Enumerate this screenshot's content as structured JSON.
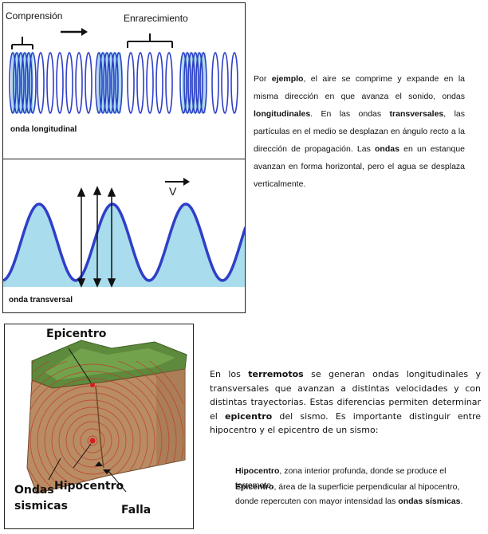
{
  "longitudinal": {
    "label_compression": "Comprensión",
    "label_rarefaction": "Enrarecimiento",
    "caption": "onda longitudinal"
  },
  "transverse": {
    "label_v": "V",
    "caption": "onda transversal"
  },
  "text_waves": {
    "p1a": "Por ",
    "p1b": "ejemplo",
    "p1c": ", el aire se comprime y expande en la misma dirección en que avanza el sonido, ondas ",
    "p1d": "longitudinales",
    "p1e": ". En las ondas ",
    "p1f": "transversales",
    "p1g": ", las partículas en el medio se desplazan en ángulo recto a la dirección de propagación. Las ",
    "p1h": "ondas",
    "p1i": " en un estanque avanzan en forma horizontal, pero el agua se desplaza verticalmente."
  },
  "earthquake": {
    "label_epicenter": "Epicentro",
    "label_hypocenter": "Hipocentro",
    "label_waves": "Ondas\nsismicas",
    "label_fault": "Falla"
  },
  "text_quakes": {
    "q1a": "En los ",
    "q1b": "terremotos",
    "q1c": " se generan ondas longitudinales y transversales que avanzan a distintas velocidades y con distintas trayectorias. Estas diferencias permiten determinar el ",
    "q1d": "epicentro",
    "q1e": " del sismo. Es importante distinguir entre hipocentro y el epicentro de un sismo:",
    "d1_term": "Hipocentro",
    "d1_text": ", zona interior profunda, donde se produce el terremoto.",
    "d2_term": "Epicentro",
    "d2_text": ", área de la superficie perpendicular al hipocentro, donde repercuten con mayor intensidad las ",
    "d2_bold": "ondas sísmicas",
    "d2_end": "."
  },
  "colors": {
    "wave_blue": "#2f3fc8",
    "fill_blue": "#a9dcec",
    "ground_green": "#5d8a3c",
    "soil_brown": "#b98c63",
    "focus_red": "#d42020"
  }
}
